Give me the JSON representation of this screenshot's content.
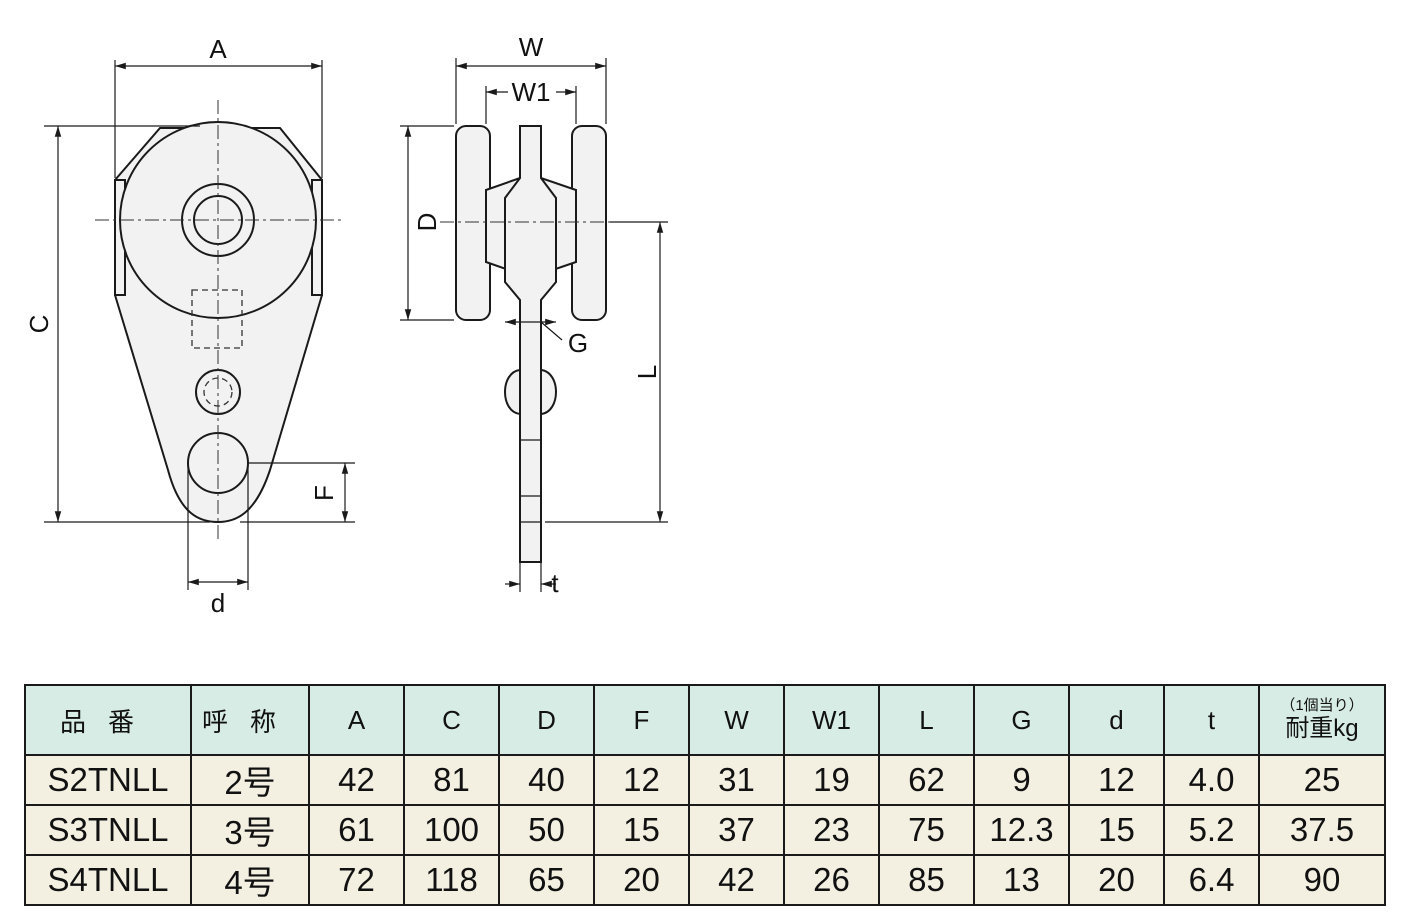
{
  "diagram": {
    "front_labels": {
      "A": "A",
      "C": "C",
      "F": "F",
      "d": "d"
    },
    "side_labels": {
      "W": "W",
      "W1": "W1",
      "D": "D",
      "G": "G",
      "L": "L",
      "t": "t"
    }
  },
  "table": {
    "headers": [
      "品番",
      "呼称",
      "A",
      "C",
      "D",
      "F",
      "W",
      "W1",
      "L",
      "G",
      "d",
      "t"
    ],
    "weight_header_note": "（1個当り）",
    "weight_header": "耐重kg",
    "rows": [
      [
        "S2TNLL",
        "2号",
        "42",
        "81",
        "40",
        "12",
        "31",
        "19",
        "62",
        "9",
        "12",
        "4.0",
        "25"
      ],
      [
        "S3TNLL",
        "3号",
        "61",
        "100",
        "50",
        "15",
        "37",
        "23",
        "75",
        "12.3",
        "15",
        "5.2",
        "37.5"
      ],
      [
        "S4TNLL",
        "4号",
        "72",
        "118",
        "65",
        "20",
        "42",
        "26",
        "85",
        "13",
        "20",
        "6.4",
        "90"
      ]
    ]
  }
}
